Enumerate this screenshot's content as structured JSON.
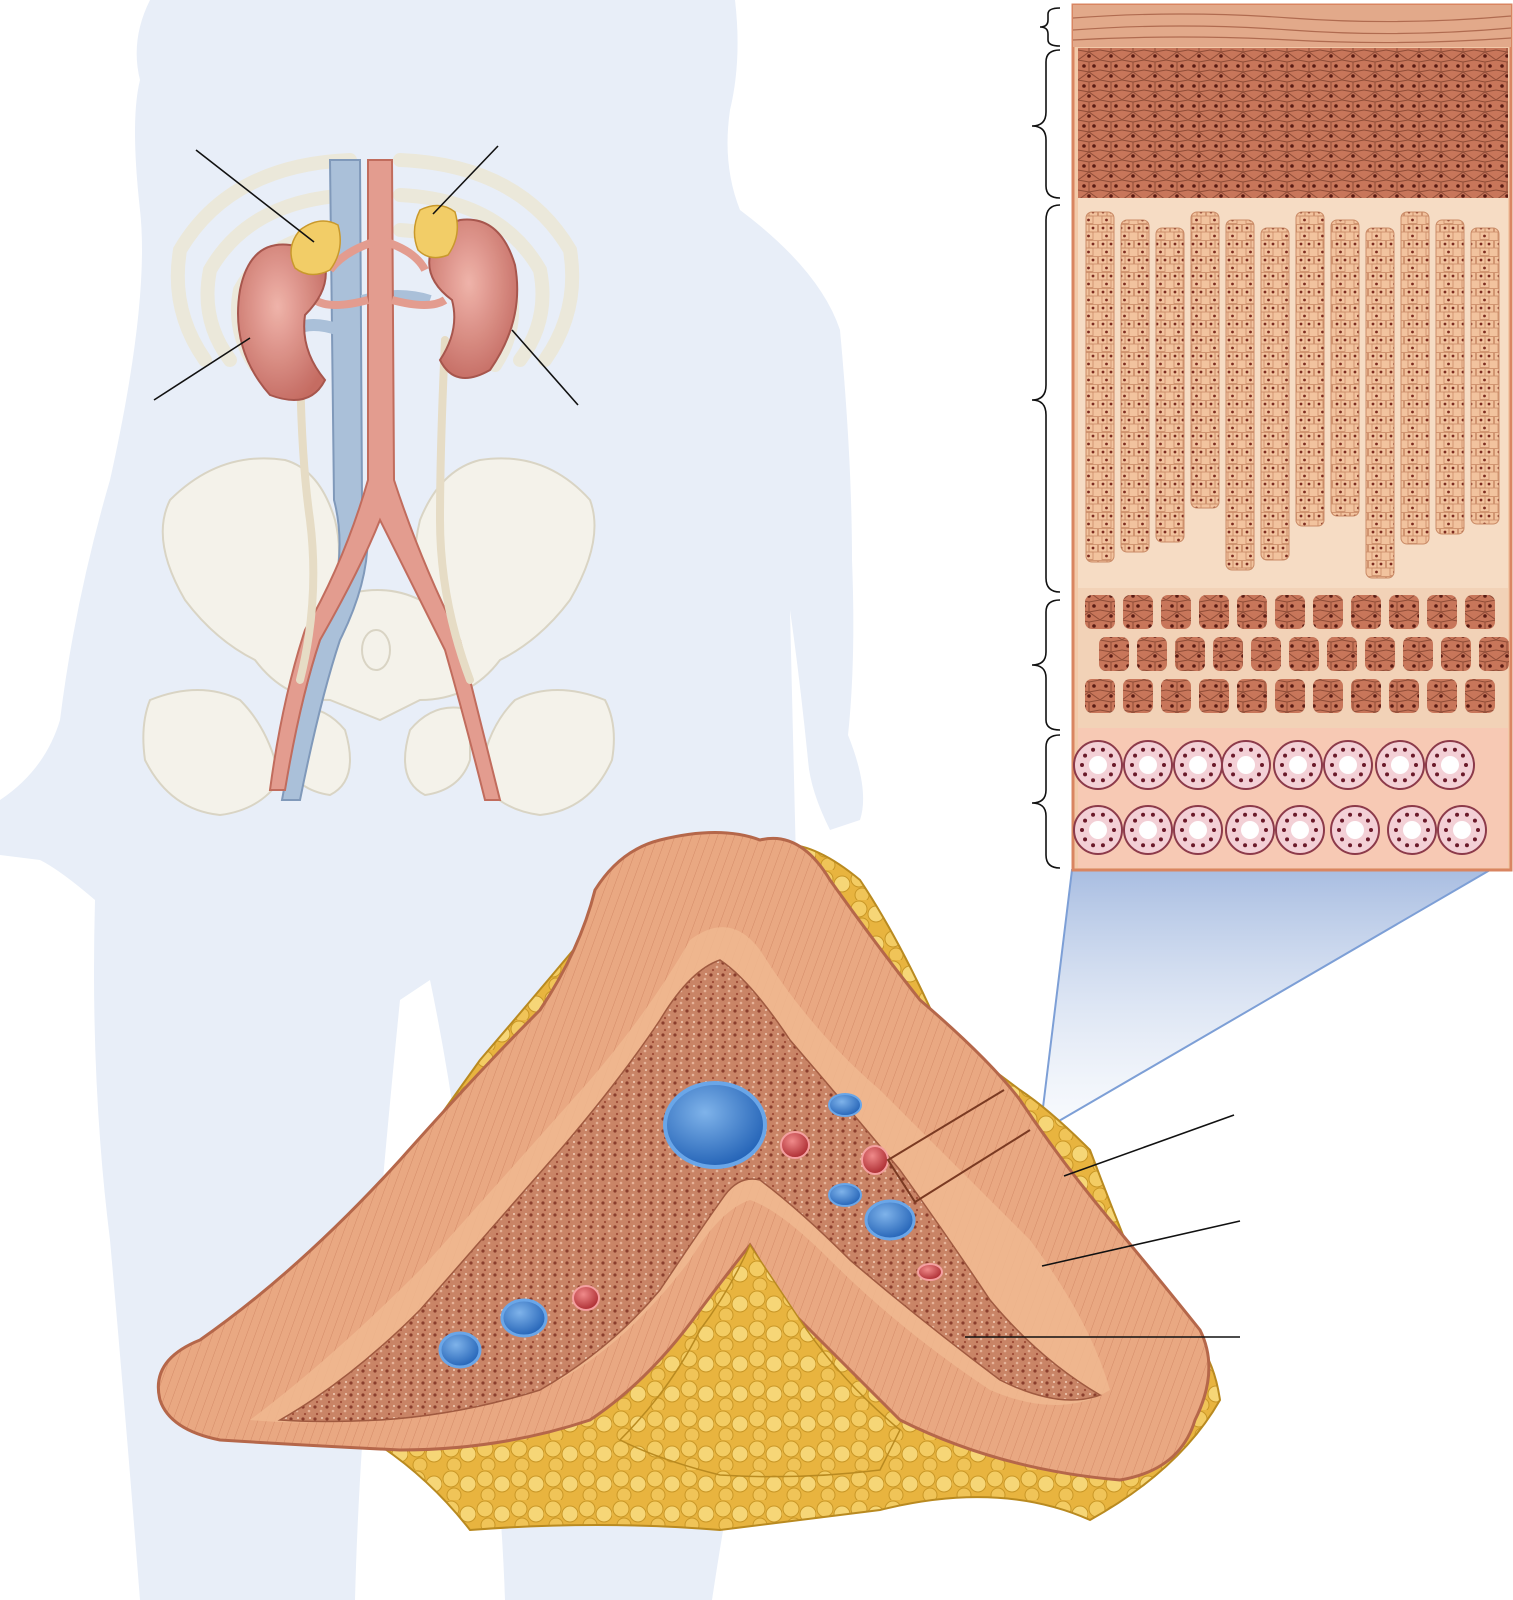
{
  "figure": {
    "type": "unlabeled anatomical diagram",
    "subject_icons": [
      "body-silhouette",
      "kidney-icon",
      "adrenal-gland-icon",
      "aorta",
      "vena-cava",
      "pelvis",
      "rib-cage",
      "adrenal-cross-section",
      "histology-column"
    ],
    "labels": [],
    "colors": {
      "silhouette": "#e8eef8",
      "cortex": "#e9a882",
      "cortex_light": "#f2c4a2",
      "medulla": "#b86a52",
      "fat": "#efc153",
      "fat_dark": "#c99726",
      "vein": "#3c7cc9",
      "artery": "#c9474a",
      "kidney": "#d98a80",
      "bone": "#f5f3ea",
      "cell_dark": "#c8765a",
      "cell_light": "#f0bd95",
      "capsule": "#d48a6a",
      "leader": "#111111",
      "zoom_wedge": "#b9cbe8"
    }
  }
}
